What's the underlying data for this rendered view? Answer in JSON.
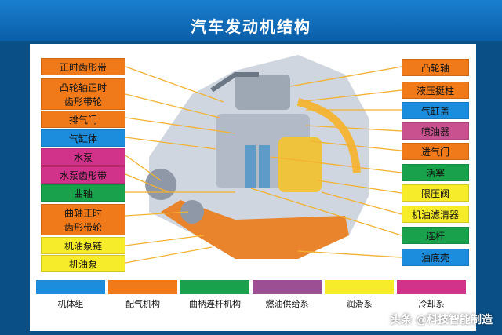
{
  "title": "汽车发动机结构",
  "left_labels": [
    {
      "text": "正时齿形带",
      "color": "#f07a1a"
    },
    {
      "text": "凸轮轴正时\n齿形带轮",
      "color": "#f07a1a"
    },
    {
      "text": "排气门",
      "color": "#f07a1a"
    },
    {
      "text": "气缸体",
      "color": "#1c8ddc"
    },
    {
      "text": "水泵",
      "color": "#d2338a"
    },
    {
      "text": "水泵齿形带",
      "color": "#d2338a"
    },
    {
      "text": "曲轴",
      "color": "#19a24b"
    },
    {
      "text": "曲轴正时\n齿形带轮",
      "color": "#f07a1a"
    },
    {
      "text": "机油泵链",
      "color": "#f6ec2a"
    },
    {
      "text": "机油泵",
      "color": "#f6ec2a"
    }
  ],
  "right_labels": [
    {
      "text": "凸轮轴",
      "color": "#f07a1a"
    },
    {
      "text": "液压挺柱",
      "color": "#f07a1a"
    },
    {
      "text": "气缸盖",
      "color": "#1c8ddc"
    },
    {
      "text": "喷油器",
      "color": "#c9518f"
    },
    {
      "text": "进气门",
      "color": "#f07a1a"
    },
    {
      "text": "活塞",
      "color": "#19a24b"
    },
    {
      "text": "限压阀",
      "color": "#f6ec2a"
    },
    {
      "text": "机油滤清器",
      "color": "#f6ec2a"
    },
    {
      "text": "连杆",
      "color": "#19a24b"
    },
    {
      "text": "油底壳",
      "color": "#1c8ddc"
    }
  ],
  "legend": [
    {
      "text": "机体组",
      "color": "#1c8ddc"
    },
    {
      "text": "配气机构",
      "color": "#f07a1a"
    },
    {
      "text": "曲柄连杆机构",
      "color": "#19a24b"
    },
    {
      "text": "燃油供给系",
      "color": "#9c4f92"
    },
    {
      "text": "润滑系",
      "color": "#f6ec2a"
    },
    {
      "text": "冷却系",
      "color": "#d2338a"
    }
  ],
  "watermark": "头条 @科技智能制造"
}
